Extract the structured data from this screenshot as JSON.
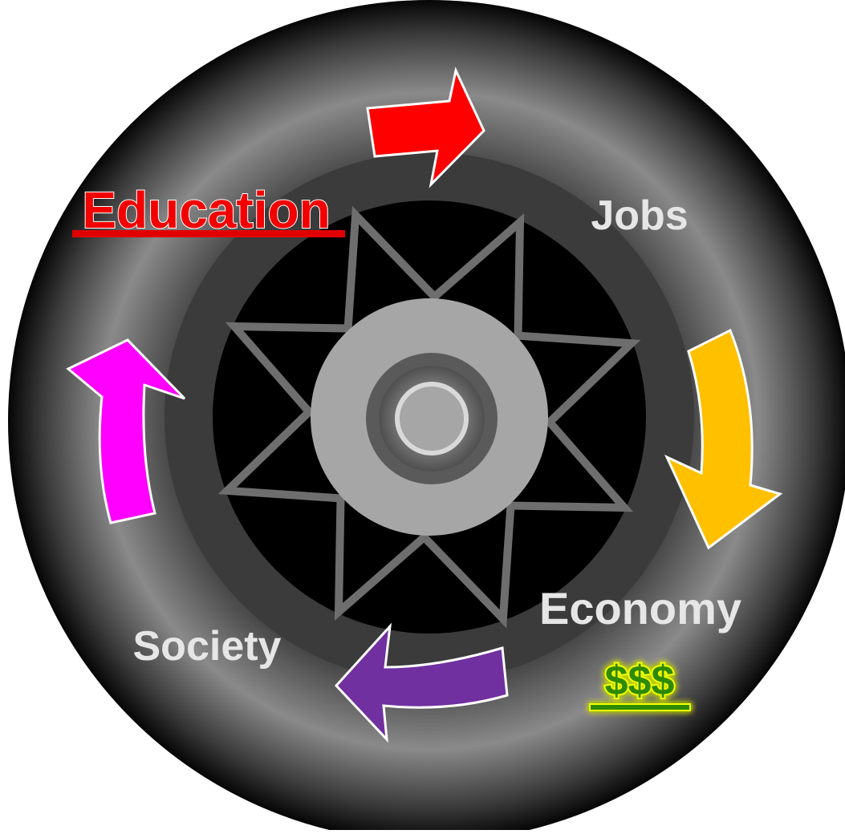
{
  "diagram": {
    "labels": {
      "education": "Education",
      "jobs": "Jobs",
      "economy": "Economy",
      "money": "$$$",
      "society": "Society"
    },
    "colors": {
      "education_text": "#f20000",
      "education_underline": "#e00000",
      "money_text": "#2f8a00",
      "money_glow": "#f5ff00",
      "label_text": "#e6e6e6",
      "arrow_education_to_jobs": "#ff0000",
      "arrow_jobs_to_economy": "#ffc000",
      "arrow_economy_to_society": "#7030a0",
      "arrow_society_to_education": "#ff00ff",
      "tire": "#2b2b2b",
      "rim_ring": "#3a3a3a",
      "wheel_face": "#000000",
      "spokes": "#6e6e6e",
      "hub": "#a6a6a6"
    },
    "arrows": [
      {
        "name": "arrow-education-to-jobs",
        "color_key": "arrow_education_to_jobs"
      },
      {
        "name": "arrow-jobs-to-economy",
        "color_key": "arrow_jobs_to_economy"
      },
      {
        "name": "arrow-economy-to-society",
        "color_key": "arrow_economy_to_society"
      },
      {
        "name": "arrow-society-to-education",
        "color_key": "arrow_society_to_education"
      }
    ]
  }
}
